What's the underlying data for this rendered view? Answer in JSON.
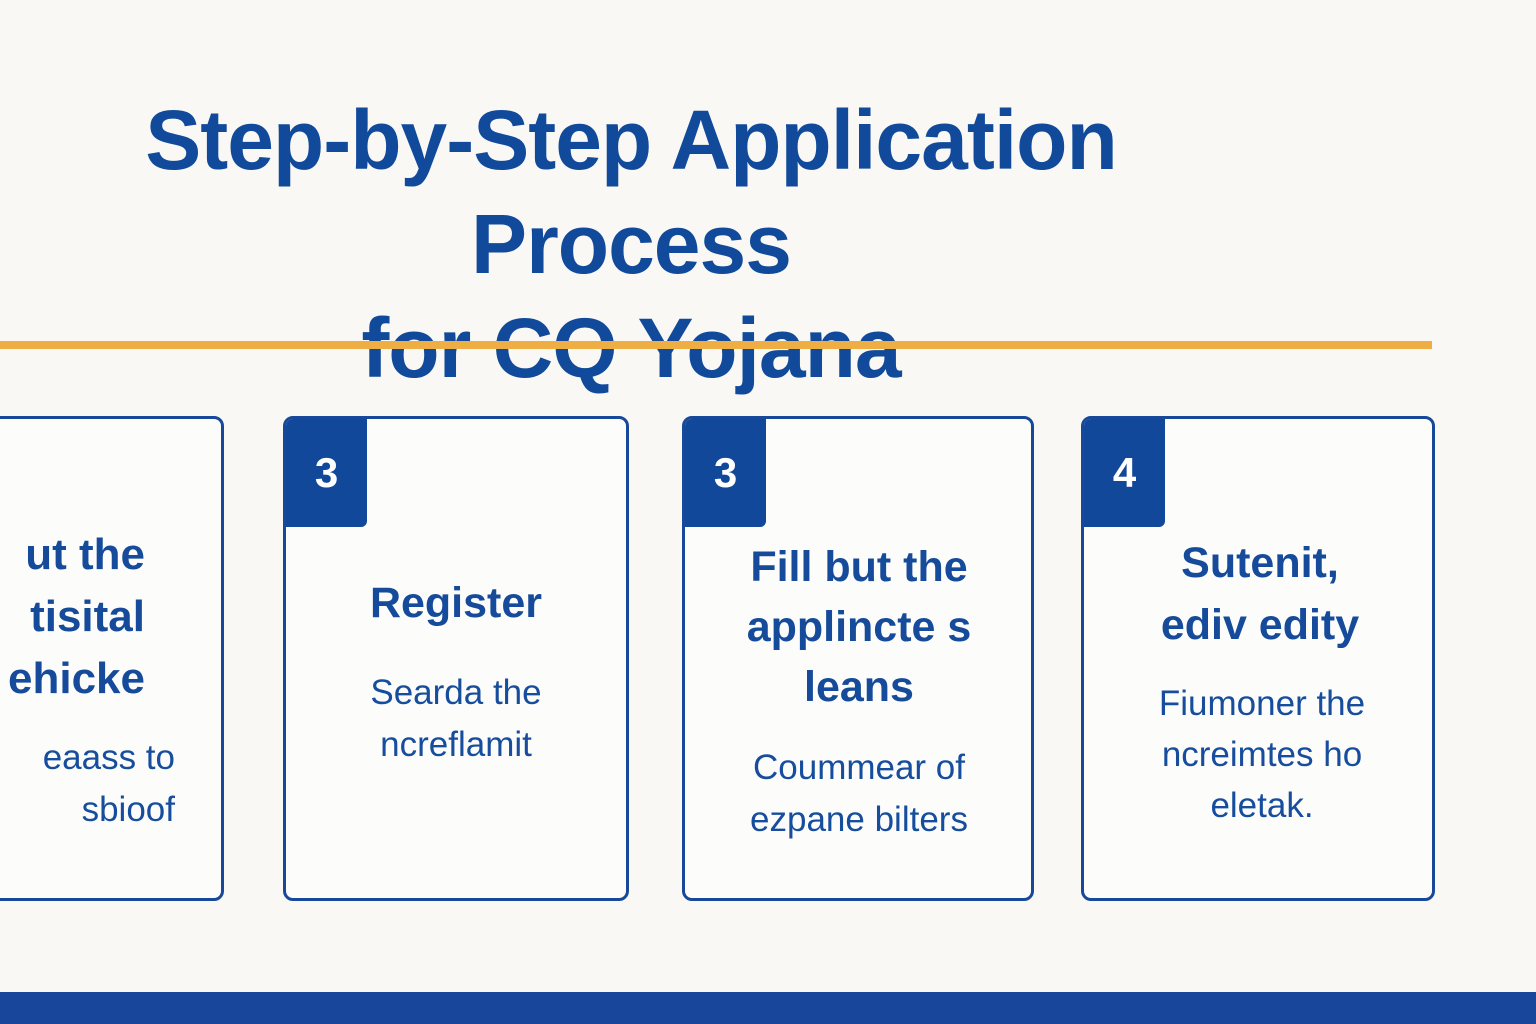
{
  "title": {
    "line_1": "Step-by-Step Application Process",
    "line_2": "for CQ Yojana"
  },
  "steps": [
    {
      "badge": "",
      "title": "ut the\ntisital\nehicke",
      "text": "eaass to\nsbioof"
    },
    {
      "badge": "3",
      "title": "Register",
      "text": "Searda the\nncreflamit"
    },
    {
      "badge": "3",
      "title": "Fill but the\napplincte s\nleans",
      "text": "Coummear of\nezpane bilters"
    },
    {
      "badge": "4",
      "title": "Sutenit,\nediv edity",
      "text": "Fiumoner the\nncreimtes ho\neletak."
    }
  ],
  "colors": {
    "primary": "#11489a",
    "accent": "#efae43",
    "background": "#f9f8f4",
    "card_background": "#fcfcfb"
  }
}
